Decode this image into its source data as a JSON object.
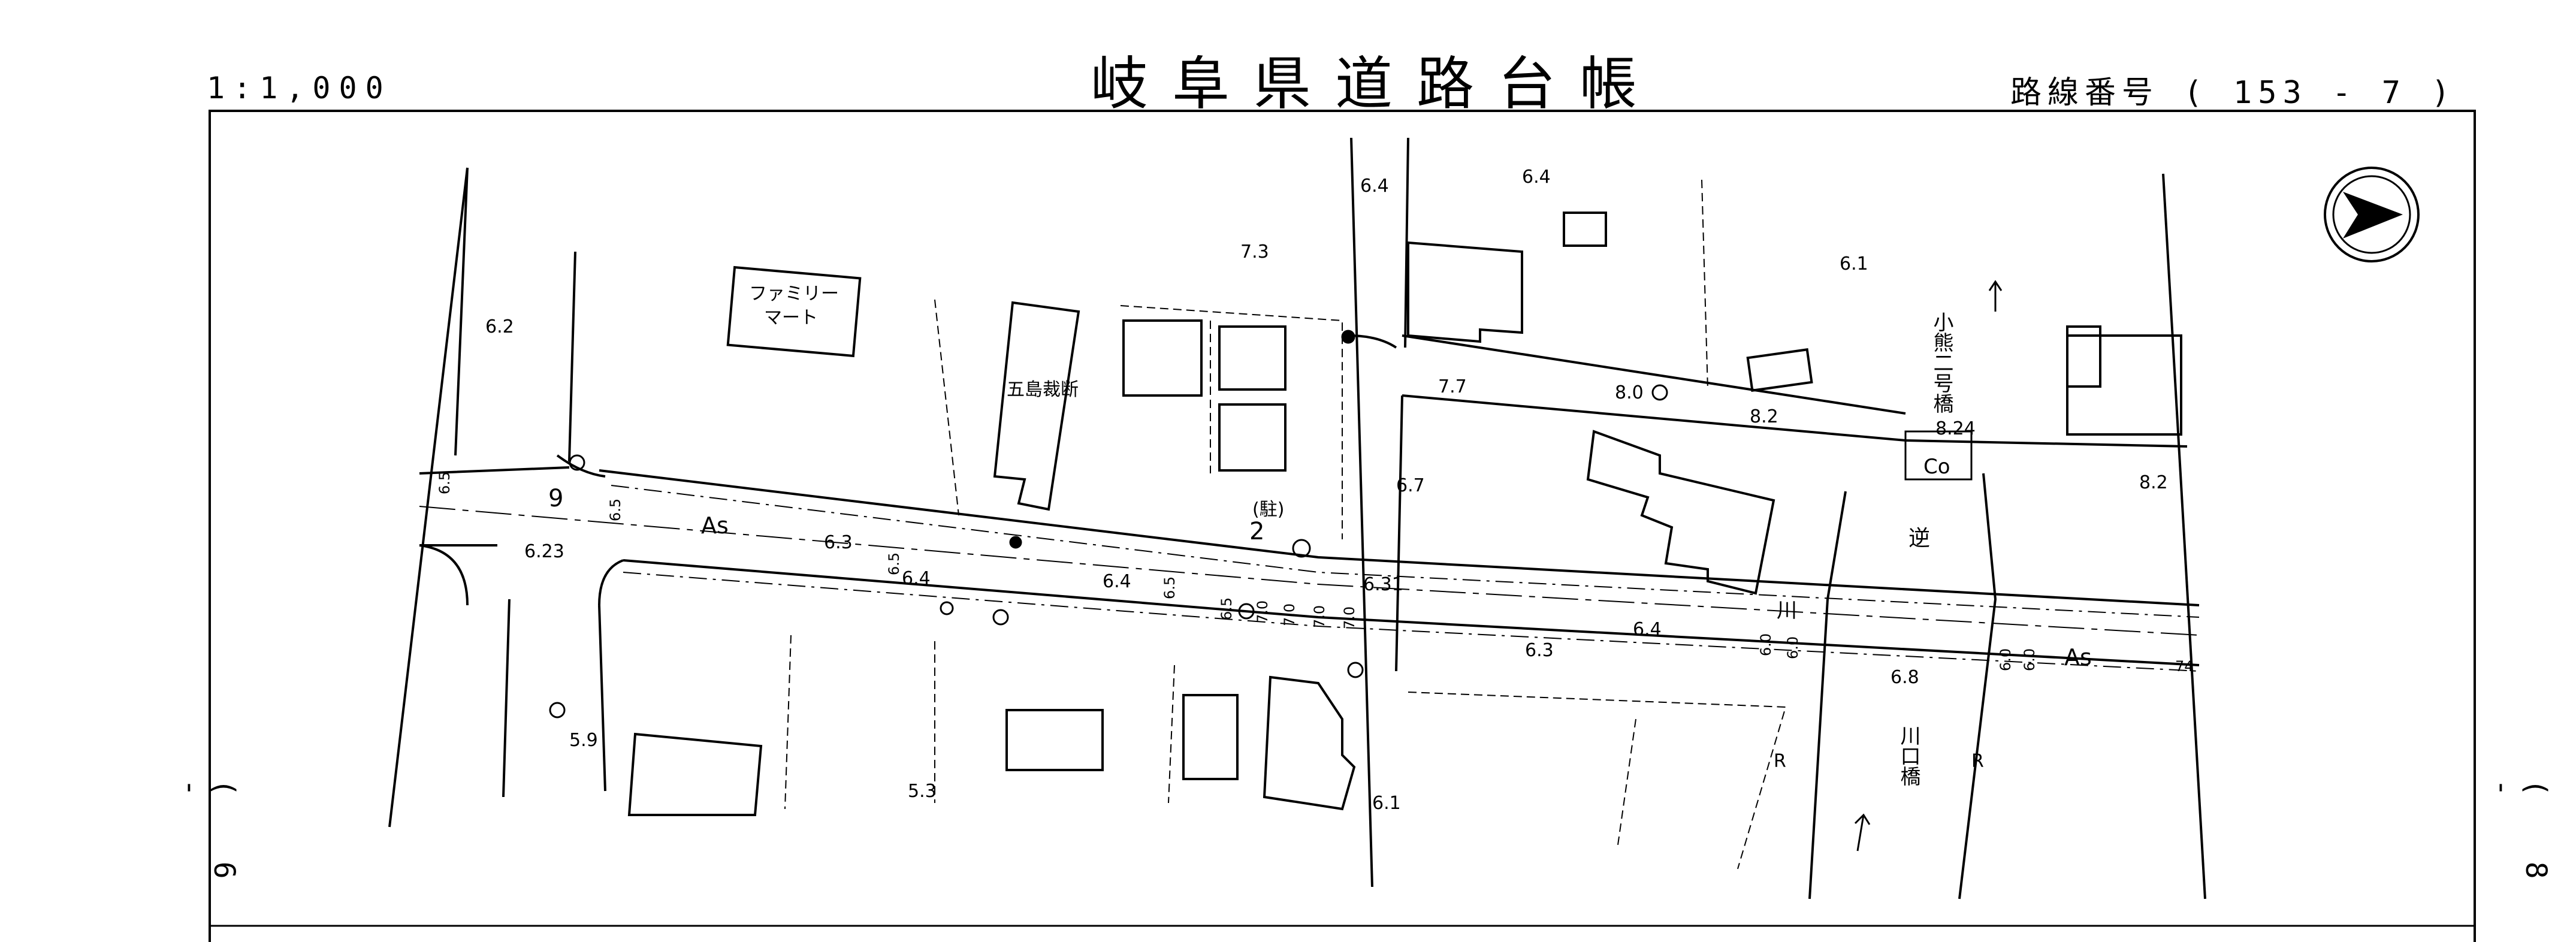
{
  "header": {
    "scale": "1:1,000",
    "title": "岐阜県道路台帳",
    "route_number": "路線番号 ( 153 - 7 )"
  },
  "side_labels": {
    "left": "( 6 -",
    "right": "( 8 -"
  },
  "map": {
    "places": {
      "familymart_line1": "ファミリー",
      "familymart_line2": "マート",
      "goshima": "五島裁断",
      "parking": "(駐)",
      "bridge_top": "小熊二号橋",
      "bridge_bottom": "川口橋",
      "bridge_mark": "逆",
      "bridge_mark2": "川"
    },
    "road_labels": {
      "as_left": "As",
      "as_right": "As",
      "co": "Co",
      "r1": "R",
      "r2": "R",
      "num_9": "9",
      "num_2": "2"
    },
    "elevations": {
      "e1": "6.4",
      "e2": "6.4",
      "e3": "7.3",
      "e4": "6.1",
      "e5": "6.2",
      "e6": "7.7",
      "e7": "8.0",
      "e8": "8.2",
      "e9": "8.24",
      "e10": "6.7",
      "e11": "8.2",
      "e12": "6.23",
      "e13": "6.3",
      "e14": "6.4",
      "e15": "6.4",
      "e16": "6.31",
      "e17": "6.4",
      "e18": "6.3",
      "e19": "6.8",
      "e20": "74",
      "e21": "5.9",
      "e22": "5.3",
      "e23": "6.1"
    },
    "widths": {
      "w1": "6.5",
      "w2": "6.5",
      "w3": "6.5",
      "w4": "6.5",
      "w5": "6.5",
      "w6": "7.0",
      "w7": "7.0",
      "w8": "7.0",
      "w9": "7.0",
      "w10": "6.0",
      "w11": "6.0",
      "w12": "6.0",
      "w13": "6.0"
    },
    "north_arrow": "north-arrow-icon"
  }
}
